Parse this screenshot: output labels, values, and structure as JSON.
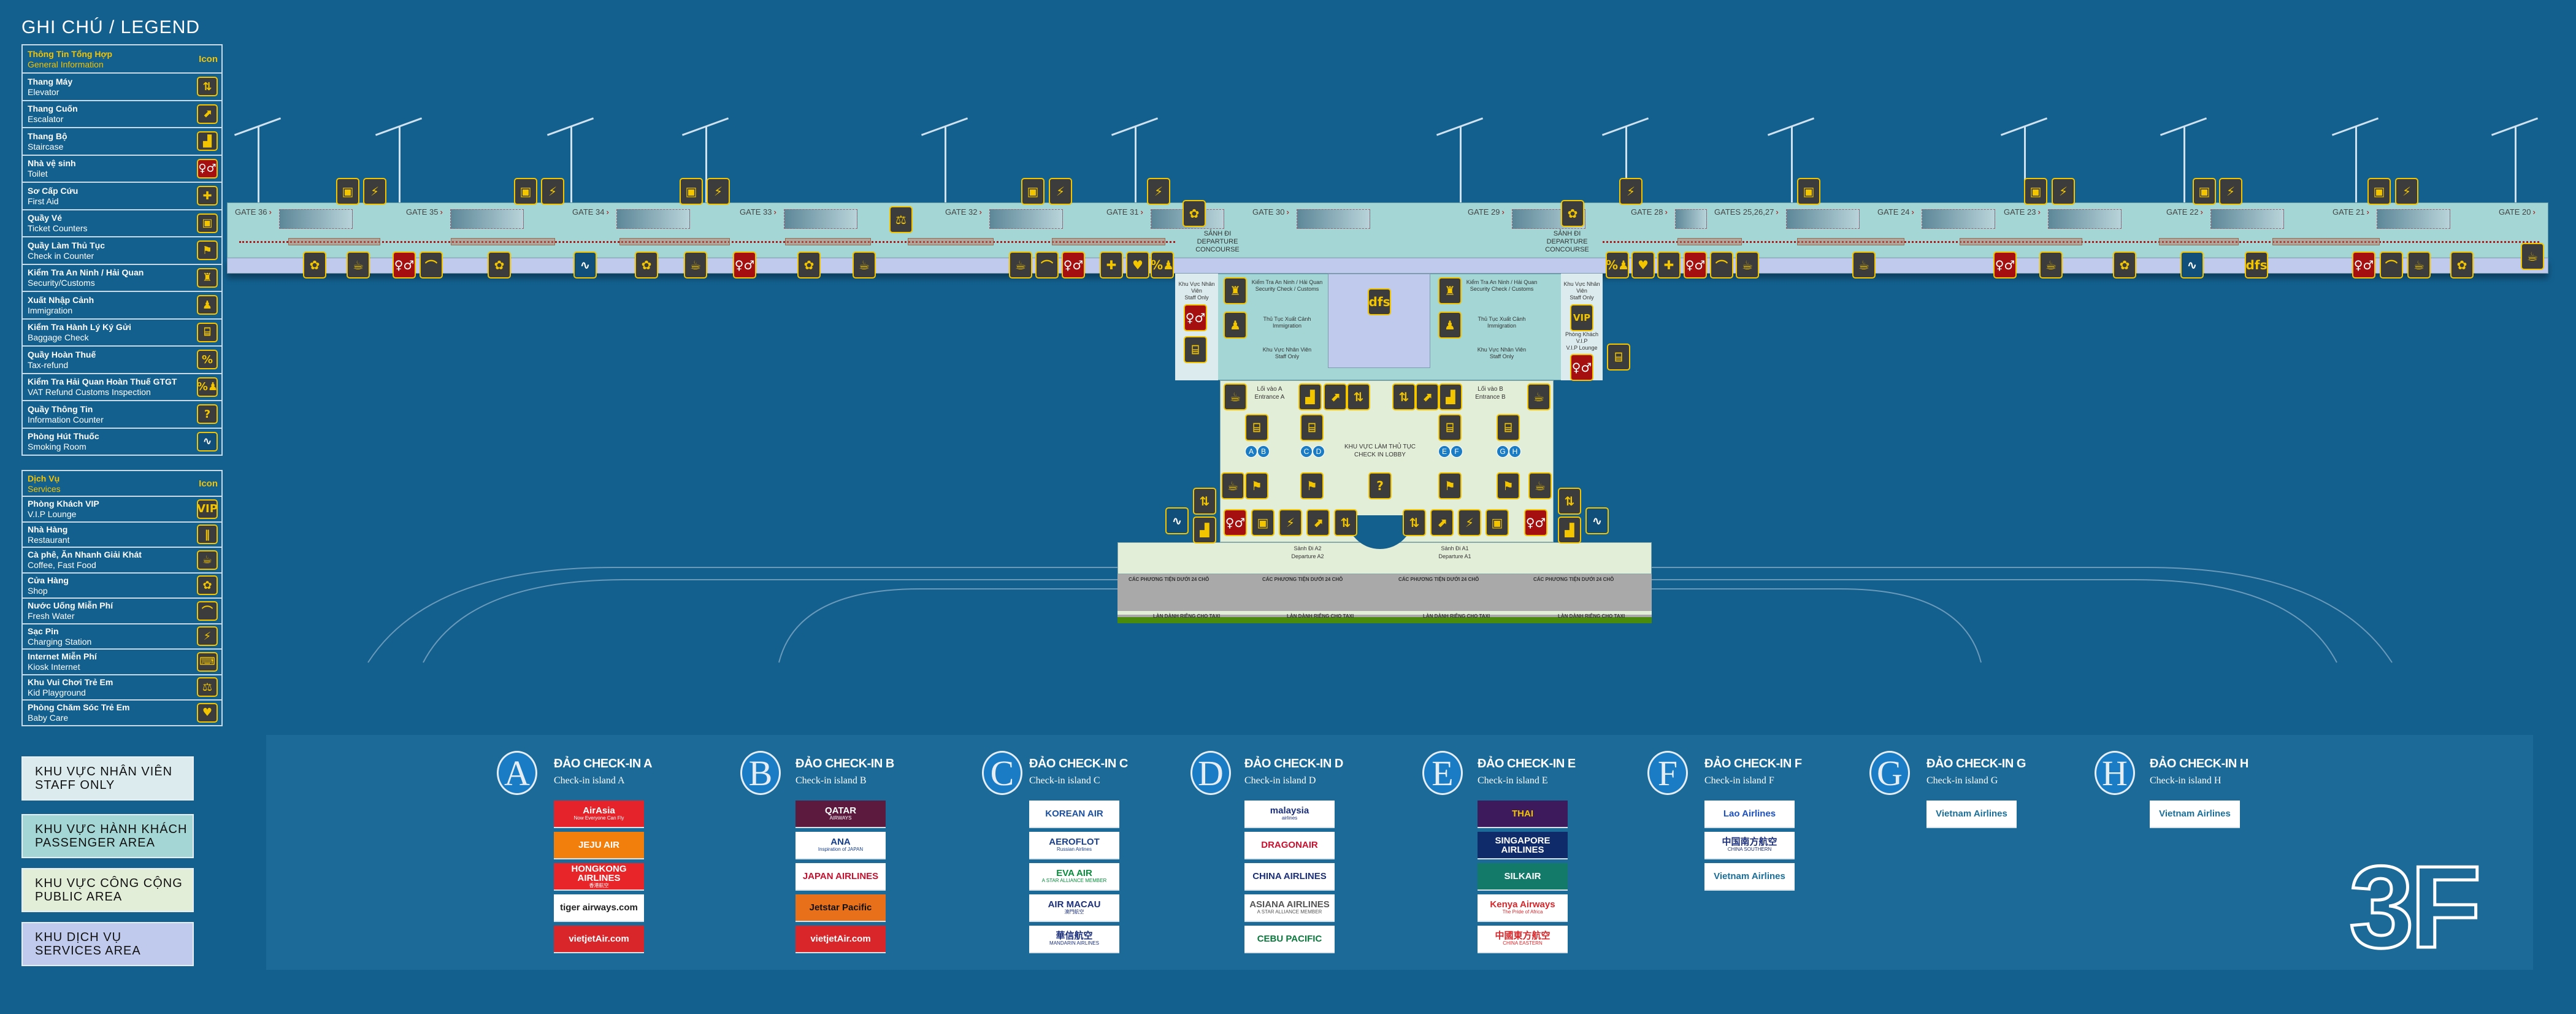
{
  "legend": {
    "title": "GHI CHÚ / LEGEND",
    "general": {
      "header_vi": "Thông Tin Tổng Hợp",
      "header_en": "General Information",
      "icon_label": "Icon",
      "items": [
        {
          "vi": "Thang Máy",
          "en": "Elevator",
          "icon": "elevator-icon"
        },
        {
          "vi": "Thang Cuốn",
          "en": "Escalator",
          "icon": "escalator-icon"
        },
        {
          "vi": "Thang Bộ",
          "en": "Staircase",
          "icon": "staircase-icon"
        },
        {
          "vi": "Nhà vệ sinh",
          "en": "Toilet",
          "icon": "toilet-icon"
        },
        {
          "vi": "Sơ Cấp Cứu",
          "en": "First Aid",
          "icon": "first-aid-icon"
        },
        {
          "vi": "Quầy Vé",
          "en": "Ticket Counters",
          "icon": "ticket-counter-icon"
        },
        {
          "vi": "Quầy Làm Thủ Tục",
          "en": "Check in Counter",
          "icon": "check-in-icon"
        },
        {
          "vi": "Kiểm Tra An Ninh / Hải Quan",
          "en": "Security/Customs",
          "icon": "security-icon"
        },
        {
          "vi": "Xuất Nhập Cảnh",
          "en": "Immigration",
          "icon": "immigration-icon"
        },
        {
          "vi": "Kiểm Tra Hành Lý Ký Gửi",
          "en": "Baggage Check",
          "icon": "baggage-check-icon"
        },
        {
          "vi": "Quầy Hoàn Thuế",
          "en": "Tax-refund",
          "icon": "tax-refund-icon"
        },
        {
          "vi": "Kiểm Tra Hải Quan Hoàn Thuế GTGT",
          "en": "VAT Refund Customs Inspection",
          "icon": "vat-refund-icon"
        },
        {
          "vi": "Quầy Thông Tin",
          "en": "Information Counter",
          "icon": "information-icon"
        },
        {
          "vi": "Phòng Hút Thuốc",
          "en": "Smoking Room",
          "icon": "smoking-icon"
        }
      ]
    },
    "services": {
      "header_vi": "Dịch Vụ",
      "header_en": "Services",
      "icon_label": "Icon",
      "items": [
        {
          "vi": "Phòng Khách VIP",
          "en": "V.I.P Lounge",
          "icon": "vip-icon"
        },
        {
          "vi": "Nhà Hàng",
          "en": "Restaurant",
          "icon": "restaurant-icon"
        },
        {
          "vi": "Cà phê, Ăn Nhanh Giải Khát",
          "en": "Coffee, Fast Food",
          "icon": "coffee-icon"
        },
        {
          "vi": "Cửa Hàng",
          "en": "Shop",
          "icon": "shop-icon"
        },
        {
          "vi": "Nước Uống Miễn Phí",
          "en": "Fresh Water",
          "icon": "fresh-water-icon"
        },
        {
          "vi": "Sạc Pin",
          "en": "Charging Station",
          "icon": "charging-icon"
        },
        {
          "vi": "Internet Miễn Phí",
          "en": "Kiosk Internet",
          "icon": "internet-kiosk-icon"
        },
        {
          "vi": "Khu Vui Chơi Trẻ Em",
          "en": "Kid Playground",
          "icon": "playground-icon"
        },
        {
          "vi": "Phòng Chăm Sóc Trẻ Em",
          "en": "Baby Care",
          "icon": "baby-care-icon"
        }
      ]
    },
    "areas": [
      {
        "vi": "KHU VỰC NHÂN VIÊN",
        "en": "STAFF ONLY",
        "color": "#dcecee"
      },
      {
        "vi": "KHU VỰC HÀNH KHÁCH",
        "en": "PASSENGER AREA",
        "color": "#a3d6d4"
      },
      {
        "vi": "KHU VỰC CÔNG CỘNG",
        "en": "PUBLIC AREA",
        "color": "#e3eed8"
      },
      {
        "vi": "KHU DỊCH VỤ",
        "en": "SERVICES  AREA",
        "color": "#bfcaec"
      }
    ]
  },
  "map": {
    "gates": [
      "GATE 36",
      "GATE 35",
      "GATE 34",
      "GATE 33",
      "GATE 32",
      "GATE 31",
      "GATE 30",
      "GATE 29",
      "GATE 28",
      "GATES 25,26,27",
      "GATE 24",
      "GATE 23",
      "GATE 22",
      "GATE 21",
      "GATE 20"
    ],
    "concourse_vi": "SẢNH ĐI",
    "concourse_en": "DEPARTURE CONCOURSE",
    "staff_vi": "Khu Vực Nhân Viên",
    "staff_en": "Staff Only",
    "security_vi": "Kiểm Tra An Ninh / Hải Quan",
    "security_en": "Security Check / Customs",
    "immigration_vi": "Thủ Tục Xuất Cảnh",
    "immigration_en": "Immigration",
    "vip_vi": "Phòng Khách V.I.P",
    "vip_en": "V.I.P Lounge",
    "dfs": "dfs",
    "entrance_a_vi": "Lối vào A",
    "entrance_a_en": "Entrance A",
    "entrance_b_vi": "Lối vào B",
    "entrance_b_en": "Entrance B",
    "lobby_vi": "KHU VỰC LÀM THỦ TỤC",
    "lobby_en": "CHECK IN LOBBY",
    "island_markers": [
      "A",
      "B",
      "C",
      "D",
      "E",
      "F",
      "G",
      "H"
    ],
    "departure_a2_vi": "Sảnh Đi A2",
    "departure_a2_en": "Departure A2",
    "departure_a1_vi": "Sảnh Đi A1",
    "departure_a1_en": "Departure A1",
    "road_label": "CÁC PHƯƠNG TIỆN DƯỚI 24 CHỖ",
    "taxi_label": "LÀN DÀNH RIÊNG CHO TAXI"
  },
  "checkin": {
    "islands": [
      {
        "letter": "A",
        "title": "ĐẢO CHECK-IN A",
        "subtitle": "Check-in island A",
        "airlines": [
          {
            "name": "AirAsia",
            "sub": "Now Everyone Can Fly",
            "bg": "#e4232b",
            "fg": "#ffffff"
          },
          {
            "name": "JEJU AIR",
            "sub": "",
            "bg": "#f27f0c",
            "fg": "#ffffff"
          },
          {
            "name": "HONGKONG AIRLINES",
            "sub": "香港航空",
            "bg": "#e8262a",
            "fg": "#ffffff"
          },
          {
            "name": "tiger airways.com",
            "sub": "",
            "bg": "#ffffff",
            "fg": "#222222"
          },
          {
            "name": "vietjetAir.com",
            "sub": "",
            "bg": "#d8262a",
            "fg": "#ffffff"
          }
        ]
      },
      {
        "letter": "B",
        "title": "ĐẢO CHECK-IN B",
        "subtitle": "Check-in island B",
        "airlines": [
          {
            "name": "QATAR",
            "sub": "AIRWAYS",
            "bg": "#5c1a3f",
            "fg": "#ffffff"
          },
          {
            "name": "ANA",
            "sub": "Inspiration of JAPAN",
            "bg": "#ffffff",
            "fg": "#133c8b"
          },
          {
            "name": "JAPAN AIRLINES",
            "sub": "",
            "bg": "#ffffff",
            "fg": "#c8102e"
          },
          {
            "name": "Jetstar Pacific",
            "sub": "",
            "bg": "#e8701a",
            "fg": "#111111"
          },
          {
            "name": "vietjetAir.com",
            "sub": "",
            "bg": "#d8262a",
            "fg": "#ffffff"
          }
        ]
      },
      {
        "letter": "C",
        "title": "ĐẢO CHECK-IN C",
        "subtitle": "Check-in island C",
        "airlines": [
          {
            "name": "KOREAN AIR",
            "sub": "",
            "bg": "#ffffff",
            "fg": "#1b4fa0"
          },
          {
            "name": "AEROFLOT",
            "sub": "Russian Airlines",
            "bg": "#ffffff",
            "fg": "#1b3f8a"
          },
          {
            "name": "EVA AIR",
            "sub": "A STAR ALLIANCE MEMBER",
            "bg": "#ffffff",
            "fg": "#0a8a3c"
          },
          {
            "name": "AIR MACAU",
            "sub": "澳門航空",
            "bg": "#ffffff",
            "fg": "#1b2f7a"
          },
          {
            "name": "華信航空",
            "sub": "MANDARIN AIRLINES",
            "bg": "#ffffff",
            "fg": "#1b2f7a"
          }
        ]
      },
      {
        "letter": "D",
        "title": "ĐẢO CHECK-IN D",
        "subtitle": "Check-in island D",
        "airlines": [
          {
            "name": "malaysia",
            "sub": "airlines",
            "bg": "#ffffff",
            "fg": "#1b2f7a"
          },
          {
            "name": "DRAGONAIR",
            "sub": "",
            "bg": "#ffffff",
            "fg": "#c8102e"
          },
          {
            "name": "CHINA AIRLINES",
            "sub": "",
            "bg": "#ffffff",
            "fg": "#1b2f7a"
          },
          {
            "name": "ASIANA AIRLINES",
            "sub": "A STAR ALLIANCE MEMBER",
            "bg": "#ffffff",
            "fg": "#555555"
          },
          {
            "name": "CEBU PACIFIC",
            "sub": "",
            "bg": "#ffffff",
            "fg": "#0a7a3c"
          }
        ]
      },
      {
        "letter": "E",
        "title": "ĐẢO CHECK-IN E",
        "subtitle": "Check-in island E",
        "airlines": [
          {
            "name": "THAI",
            "sub": "",
            "bg": "#3d1a5c",
            "fg": "#f2c500"
          },
          {
            "name": "SINGAPORE AIRLINES",
            "sub": "",
            "bg": "#102b6a",
            "fg": "#ffffff"
          },
          {
            "name": "SILKAIR",
            "sub": "",
            "bg": "#137a6a",
            "fg": "#ffffff"
          },
          {
            "name": "Kenya Airways",
            "sub": "The Pride of Africa",
            "bg": "#ffffff",
            "fg": "#d8262a"
          },
          {
            "name": "中國東方航空",
            "sub": "CHINA EASTERN",
            "bg": "#ffffff",
            "fg": "#d8262a"
          }
        ]
      },
      {
        "letter": "F",
        "title": "ĐẢO CHECK-IN F",
        "subtitle": "Check-in island F",
        "airlines": [
          {
            "name": "Lao Airlines",
            "sub": "",
            "bg": "#ffffff",
            "fg": "#1b4fc0"
          },
          {
            "name": "中国南方航空",
            "sub": "CHINA SOUTHERN",
            "bg": "#ffffff",
            "fg": "#1b2f7a"
          },
          {
            "name": "Vietnam Airlines",
            "sub": "",
            "bg": "#ffffff",
            "fg": "#1a6f9a"
          }
        ]
      },
      {
        "letter": "G",
        "title": "ĐẢO CHECK-IN G",
        "subtitle": "Check-in island G",
        "airlines": [
          {
            "name": "Vietnam Airlines",
            "sub": "",
            "bg": "#ffffff",
            "fg": "#1a6f9a"
          }
        ]
      },
      {
        "letter": "H",
        "title": "ĐẢO CHECK-IN H",
        "subtitle": "Check-in island H",
        "airlines": [
          {
            "name": "Vietnam Airlines",
            "sub": "",
            "bg": "#ffffff",
            "fg": "#1a6f9a"
          }
        ]
      }
    ]
  },
  "floor_label": "3F"
}
